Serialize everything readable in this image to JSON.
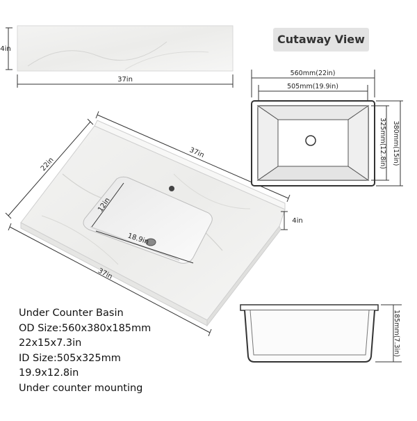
{
  "title": "Cutaway View",
  "backsplash": {
    "width_label": "37in",
    "height_label": "4in"
  },
  "countertop": {
    "depth_label": "22in",
    "back_width_label": "37in",
    "front_width_label": "37in",
    "splash_height_label": "4in",
    "basin_depth_label": "12in",
    "basin_width_label": "18.9in"
  },
  "top_view": {
    "outer_width_label": "560mm(22in)",
    "inner_width_label": "505mm(19.9in)",
    "inner_depth_label": "325mm(12.8in)",
    "outer_depth_label": "380mm(15in)"
  },
  "side_view": {
    "height_label": "185mm(7.3in)"
  },
  "specs": [
    "Under Counter Basin",
    "OD Size:560x380x185mm",
    "22x15x7.3in",
    "ID Size:505x325mm",
    "19.9x12.8in",
    "Under counter mounting"
  ],
  "colors": {
    "line": "#333333",
    "marble": "#f1f1f0",
    "basin": "#fafafa"
  }
}
